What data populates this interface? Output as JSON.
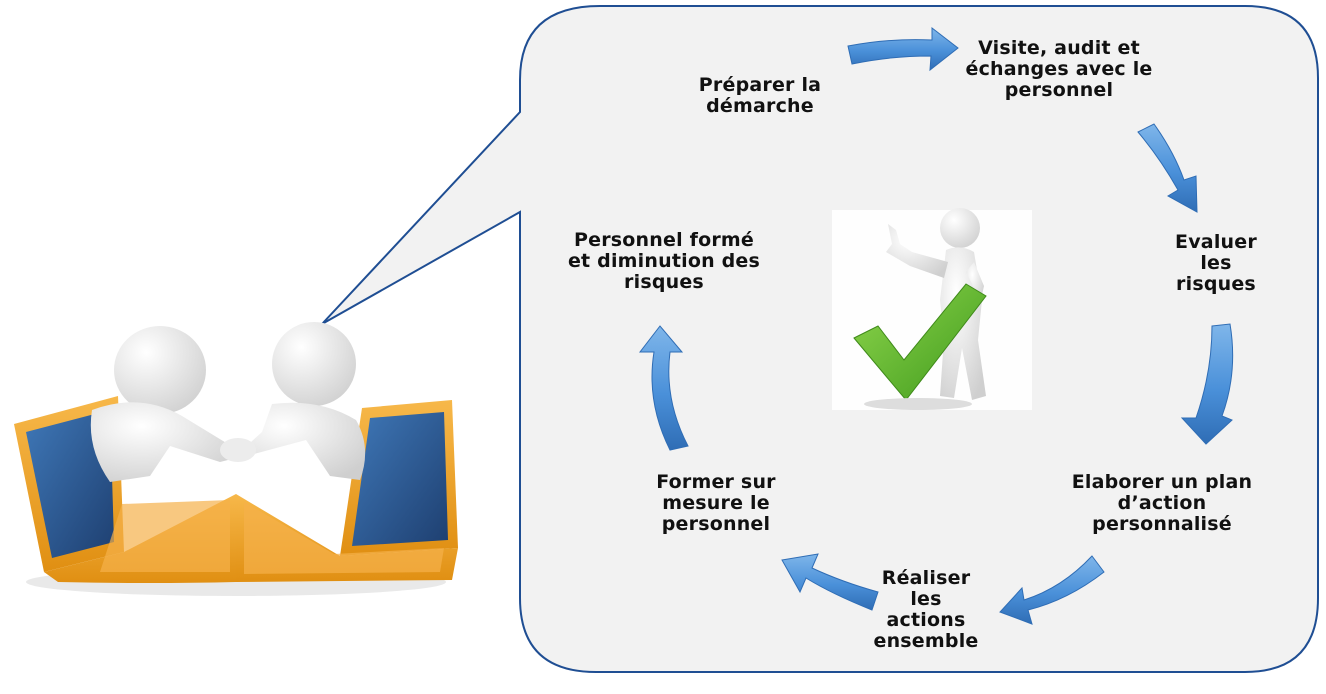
{
  "colors": {
    "bubble_fill": "#f2f2f2",
    "bubble_border": "#1f4e93",
    "arrow": "#4a90d9",
    "arrow_dark": "#2f6db5",
    "laptop": "#f2a11f",
    "laptop_dark": "#c97a10",
    "screen": "#2f5f9e",
    "figure": "#e6e6e6",
    "check": "#5dbb2c"
  },
  "icons": {
    "handshake": "handshake-laptops-illustration",
    "success": "thumbs-up-checkmark-illustration"
  },
  "steps": [
    {
      "lines": [
        "Préparer la",
        "démarche"
      ]
    },
    {
      "lines": [
        "Visite, audit et",
        "échanges avec le",
        "personnel"
      ]
    },
    {
      "lines": [
        "Evaluer",
        "les",
        "risques"
      ]
    },
    {
      "lines": [
        "Elaborer un plan",
        "d’action",
        "personnalisé"
      ]
    },
    {
      "lines": [
        "Réaliser",
        "les",
        "actions",
        "ensemble"
      ]
    },
    {
      "lines": [
        "Former sur",
        "mesure le",
        "personnel"
      ]
    },
    {
      "lines": [
        "Personnel formé",
        "et diminution des",
        "risques"
      ]
    }
  ]
}
